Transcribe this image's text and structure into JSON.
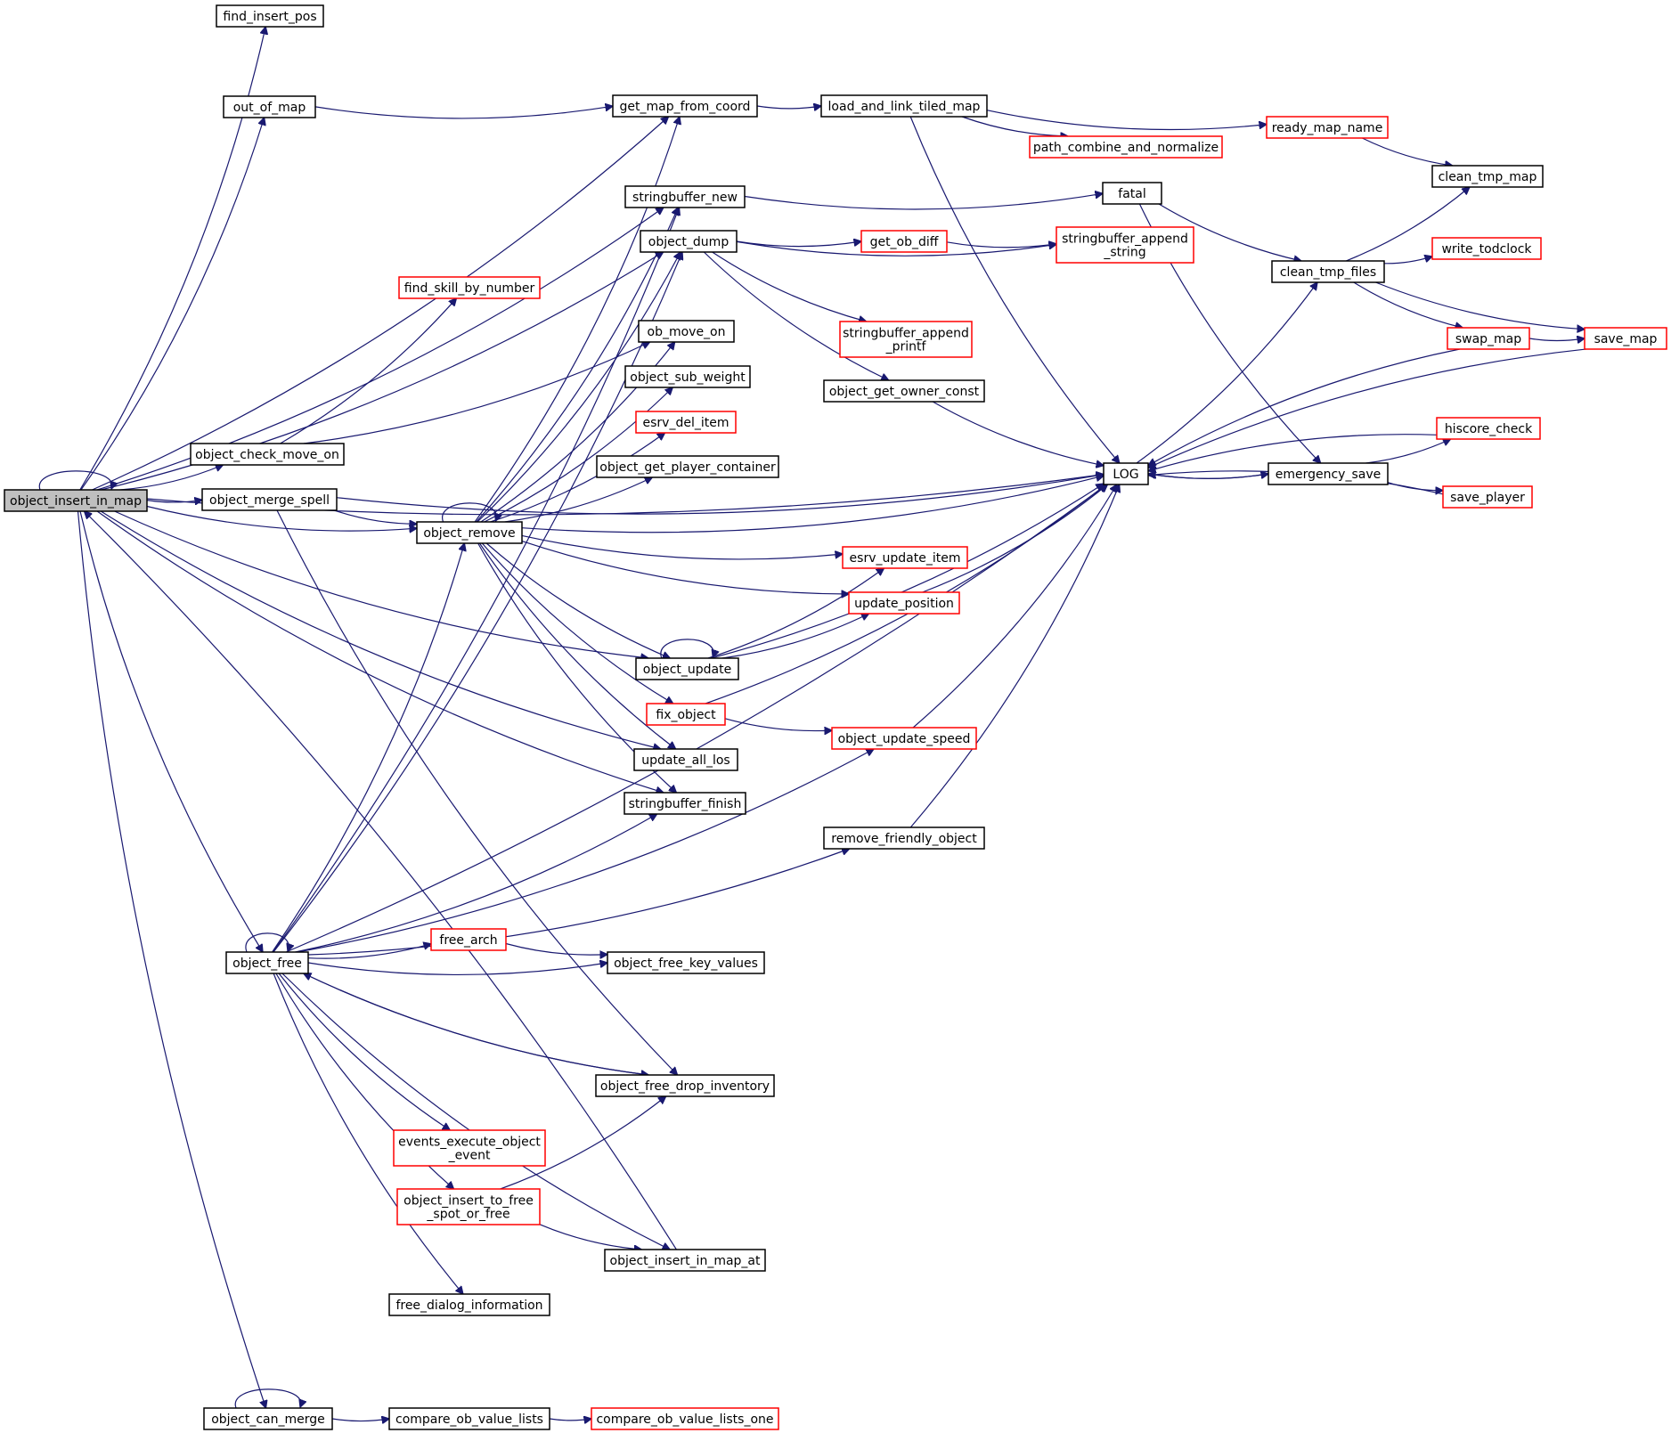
{
  "diagram": {
    "type": "call-graph",
    "root": "object_insert_in_map",
    "colors": {
      "edge": "#191970",
      "node_border_default": "#000000",
      "node_border_truncated": "#ff0000",
      "root_fill": "#bfbfbf"
    },
    "nodes": [
      {
        "id": "object_insert_in_map",
        "label": "object_insert_in_map",
        "style": "root"
      },
      {
        "id": "find_insert_pos",
        "label": "find_insert_pos",
        "style": "black"
      },
      {
        "id": "out_of_map",
        "label": "out_of_map",
        "style": "black"
      },
      {
        "id": "get_map_from_coord",
        "label": "get_map_from_coord",
        "style": "black"
      },
      {
        "id": "load_and_link_tiled_map",
        "label": "load_and_link_tiled_map",
        "style": "black"
      },
      {
        "id": "ready_map_name",
        "label": "ready_map_name",
        "style": "red"
      },
      {
        "id": "path_combine_and_normalize",
        "label": "path_combine_and_normalize",
        "style": "red"
      },
      {
        "id": "clean_tmp_map",
        "label": "clean_tmp_map",
        "style": "black"
      },
      {
        "id": "stringbuffer_new",
        "label": "stringbuffer_new",
        "style": "black"
      },
      {
        "id": "fatal",
        "label": "fatal",
        "style": "black"
      },
      {
        "id": "object_dump",
        "label": "object_dump",
        "style": "black"
      },
      {
        "id": "get_ob_diff",
        "label": "get_ob_diff",
        "style": "red"
      },
      {
        "id": "stringbuffer_append_string",
        "label": "stringbuffer_append\n_string",
        "style": "red"
      },
      {
        "id": "clean_tmp_files",
        "label": "clean_tmp_files",
        "style": "black"
      },
      {
        "id": "write_todclock",
        "label": "write_todclock",
        "style": "red"
      },
      {
        "id": "find_skill_by_number",
        "label": "find_skill_by_number",
        "style": "red"
      },
      {
        "id": "stringbuffer_append_printf",
        "label": "stringbuffer_append\n_printf",
        "style": "red"
      },
      {
        "id": "ob_move_on",
        "label": "ob_move_on",
        "style": "black"
      },
      {
        "id": "swap_map",
        "label": "swap_map",
        "style": "red"
      },
      {
        "id": "save_map",
        "label": "save_map",
        "style": "red"
      },
      {
        "id": "object_sub_weight",
        "label": "object_sub_weight",
        "style": "black"
      },
      {
        "id": "object_get_owner_const",
        "label": "object_get_owner_const",
        "style": "black"
      },
      {
        "id": "esrv_del_item",
        "label": "esrv_del_item",
        "style": "red"
      },
      {
        "id": "hiscore_check",
        "label": "hiscore_check",
        "style": "red"
      },
      {
        "id": "object_check_move_on",
        "label": "object_check_move_on",
        "style": "black"
      },
      {
        "id": "object_get_player_container",
        "label": "object_get_player_container",
        "style": "black"
      },
      {
        "id": "LOG",
        "label": "LOG",
        "style": "black"
      },
      {
        "id": "emergency_save",
        "label": "emergency_save",
        "style": "black"
      },
      {
        "id": "object_merge_spell",
        "label": "object_merge_spell",
        "style": "black"
      },
      {
        "id": "save_player",
        "label": "save_player",
        "style": "red"
      },
      {
        "id": "object_remove",
        "label": "object_remove",
        "style": "black"
      },
      {
        "id": "esrv_update_item",
        "label": "esrv_update_item",
        "style": "red"
      },
      {
        "id": "update_position",
        "label": "update_position",
        "style": "red"
      },
      {
        "id": "object_update",
        "label": "object_update",
        "style": "black"
      },
      {
        "id": "fix_object",
        "label": "fix_object",
        "style": "red"
      },
      {
        "id": "object_update_speed",
        "label": "object_update_speed",
        "style": "red"
      },
      {
        "id": "update_all_los",
        "label": "update_all_los",
        "style": "black"
      },
      {
        "id": "stringbuffer_finish",
        "label": "stringbuffer_finish",
        "style": "black"
      },
      {
        "id": "remove_friendly_object",
        "label": "remove_friendly_object",
        "style": "black"
      },
      {
        "id": "free_arch",
        "label": "free_arch",
        "style": "red"
      },
      {
        "id": "object_free",
        "label": "object_free",
        "style": "black"
      },
      {
        "id": "object_free_key_values",
        "label": "object_free_key_values",
        "style": "black"
      },
      {
        "id": "object_free_drop_inventory",
        "label": "object_free_drop_inventory",
        "style": "black"
      },
      {
        "id": "events_execute_object_event",
        "label": "events_execute_object\n_event",
        "style": "red"
      },
      {
        "id": "object_insert_to_free_spot_or_free",
        "label": "object_insert_to_free\n_spot_or_free",
        "style": "red"
      },
      {
        "id": "object_insert_in_map_at",
        "label": "object_insert_in_map_at",
        "style": "black"
      },
      {
        "id": "free_dialog_information",
        "label": "free_dialog_information",
        "style": "black"
      },
      {
        "id": "object_can_merge",
        "label": "object_can_merge",
        "style": "black"
      },
      {
        "id": "compare_ob_value_lists",
        "label": "compare_ob_value_lists",
        "style": "black"
      },
      {
        "id": "compare_ob_value_lists_one",
        "label": "compare_ob_value_lists_one",
        "style": "red"
      }
    ],
    "edges": [
      {
        "from": "object_insert_in_map",
        "to": "object_insert_in_map"
      },
      {
        "from": "object_insert_in_map",
        "to": "find_insert_pos"
      },
      {
        "from": "object_insert_in_map",
        "to": "out_of_map"
      },
      {
        "from": "object_insert_in_map",
        "to": "get_map_from_coord"
      },
      {
        "from": "object_insert_in_map",
        "to": "LOG"
      },
      {
        "from": "object_insert_in_map",
        "to": "stringbuffer_new"
      },
      {
        "from": "object_insert_in_map",
        "to": "object_dump"
      },
      {
        "from": "object_insert_in_map",
        "to": "object_check_move_on"
      },
      {
        "from": "object_insert_in_map",
        "to": "object_merge_spell"
      },
      {
        "from": "object_insert_in_map",
        "to": "object_remove"
      },
      {
        "from": "object_insert_in_map",
        "to": "object_update"
      },
      {
        "from": "object_insert_in_map",
        "to": "update_all_los"
      },
      {
        "from": "object_insert_in_map",
        "to": "stringbuffer_finish"
      },
      {
        "from": "object_insert_in_map",
        "to": "object_free"
      },
      {
        "from": "object_insert_in_map",
        "to": "object_can_merge"
      },
      {
        "from": "out_of_map",
        "to": "get_map_from_coord"
      },
      {
        "from": "get_map_from_coord",
        "to": "load_and_link_tiled_map"
      },
      {
        "from": "load_and_link_tiled_map",
        "to": "ready_map_name"
      },
      {
        "from": "load_and_link_tiled_map",
        "to": "path_combine_and_normalize"
      },
      {
        "from": "load_and_link_tiled_map",
        "to": "LOG"
      },
      {
        "from": "ready_map_name",
        "to": "clean_tmp_map"
      },
      {
        "from": "stringbuffer_new",
        "to": "fatal"
      },
      {
        "from": "fatal",
        "to": "clean_tmp_files"
      },
      {
        "from": "fatal",
        "to": "emergency_save"
      },
      {
        "from": "clean_tmp_files",
        "to": "clean_tmp_map"
      },
      {
        "from": "clean_tmp_files",
        "to": "write_todclock"
      },
      {
        "from": "clean_tmp_files",
        "to": "swap_map"
      },
      {
        "from": "clean_tmp_files",
        "to": "save_map"
      },
      {
        "from": "swap_map",
        "to": "save_map"
      },
      {
        "from": "swap_map",
        "to": "LOG"
      },
      {
        "from": "save_map",
        "to": "LOG"
      },
      {
        "from": "LOG",
        "to": "clean_tmp_files"
      },
      {
        "from": "LOG",
        "to": "emergency_save"
      },
      {
        "from": "emergency_save",
        "to": "LOG"
      },
      {
        "from": "emergency_save",
        "to": "hiscore_check"
      },
      {
        "from": "emergency_save",
        "to": "save_player"
      },
      {
        "from": "hiscore_check",
        "to": "LOG"
      },
      {
        "from": "save_player",
        "to": "LOG"
      },
      {
        "from": "object_dump",
        "to": "get_ob_diff"
      },
      {
        "from": "object_dump",
        "to": "stringbuffer_append_string"
      },
      {
        "from": "object_dump",
        "to": "stringbuffer_append_printf"
      },
      {
        "from": "object_dump",
        "to": "object_get_owner_const"
      },
      {
        "from": "get_ob_diff",
        "to": "stringbuffer_append_string"
      },
      {
        "from": "object_get_owner_const",
        "to": "LOG"
      },
      {
        "from": "object_check_move_on",
        "to": "find_skill_by_number"
      },
      {
        "from": "object_check_move_on",
        "to": "ob_move_on"
      },
      {
        "from": "object_merge_spell",
        "to": "object_remove"
      },
      {
        "from": "object_merge_spell",
        "to": "LOG"
      },
      {
        "from": "object_merge_spell",
        "to": "object_free_drop_inventory"
      },
      {
        "from": "object_remove",
        "to": "object_remove"
      },
      {
        "from": "object_remove",
        "to": "get_map_from_coord"
      },
      {
        "from": "object_remove",
        "to": "stringbuffer_new"
      },
      {
        "from": "object_remove",
        "to": "object_dump"
      },
      {
        "from": "object_remove",
        "to": "ob_move_on"
      },
      {
        "from": "object_remove",
        "to": "object_sub_weight"
      },
      {
        "from": "object_remove",
        "to": "esrv_del_item"
      },
      {
        "from": "object_remove",
        "to": "object_get_player_container"
      },
      {
        "from": "object_remove",
        "to": "LOG"
      },
      {
        "from": "object_remove",
        "to": "esrv_update_item"
      },
      {
        "from": "object_remove",
        "to": "update_position"
      },
      {
        "from": "object_remove",
        "to": "object_update"
      },
      {
        "from": "object_remove",
        "to": "fix_object"
      },
      {
        "from": "object_remove",
        "to": "update_all_los"
      },
      {
        "from": "object_remove",
        "to": "stringbuffer_finish"
      },
      {
        "from": "update_position",
        "to": "LOG"
      },
      {
        "from": "object_update",
        "to": "object_update"
      },
      {
        "from": "object_update",
        "to": "esrv_update_item"
      },
      {
        "from": "object_update",
        "to": "update_position"
      },
      {
        "from": "object_update",
        "to": "LOG"
      },
      {
        "from": "fix_object",
        "to": "LOG"
      },
      {
        "from": "fix_object",
        "to": "object_update_speed"
      },
      {
        "from": "object_update_speed",
        "to": "LOG"
      },
      {
        "from": "remove_friendly_object",
        "to": "LOG"
      },
      {
        "from": "object_free",
        "to": "object_free"
      },
      {
        "from": "object_free",
        "to": "stringbuffer_new"
      },
      {
        "from": "object_free",
        "to": "object_dump"
      },
      {
        "from": "object_free",
        "to": "object_remove"
      },
      {
        "from": "object_free",
        "to": "stringbuffer_finish"
      },
      {
        "from": "object_free",
        "to": "object_update_speed"
      },
      {
        "from": "object_free",
        "to": "remove_friendly_object"
      },
      {
        "from": "object_free",
        "to": "free_arch"
      },
      {
        "from": "object_free",
        "to": "object_free_key_values"
      },
      {
        "from": "object_free",
        "to": "LOG"
      },
      {
        "from": "object_free",
        "to": "object_free_drop_inventory"
      },
      {
        "from": "object_free",
        "to": "events_execute_object_event"
      },
      {
        "from": "object_free",
        "to": "object_insert_to_free_spot_or_free"
      },
      {
        "from": "object_free",
        "to": "object_insert_in_map_at"
      },
      {
        "from": "object_free",
        "to": "free_dialog_information"
      },
      {
        "from": "free_arch",
        "to": "object_free_key_values"
      },
      {
        "from": "object_free_drop_inventory",
        "to": "object_free"
      },
      {
        "from": "object_insert_to_free_spot_or_free",
        "to": "object_free_drop_inventory"
      },
      {
        "from": "object_insert_to_free_spot_or_free",
        "to": "object_insert_in_map_at"
      },
      {
        "from": "object_insert_in_map_at",
        "to": "object_insert_in_map"
      },
      {
        "from": "object_can_merge",
        "to": "object_can_merge"
      },
      {
        "from": "object_can_merge",
        "to": "compare_ob_value_lists"
      },
      {
        "from": "compare_ob_value_lists",
        "to": "compare_ob_value_lists_one"
      }
    ]
  }
}
